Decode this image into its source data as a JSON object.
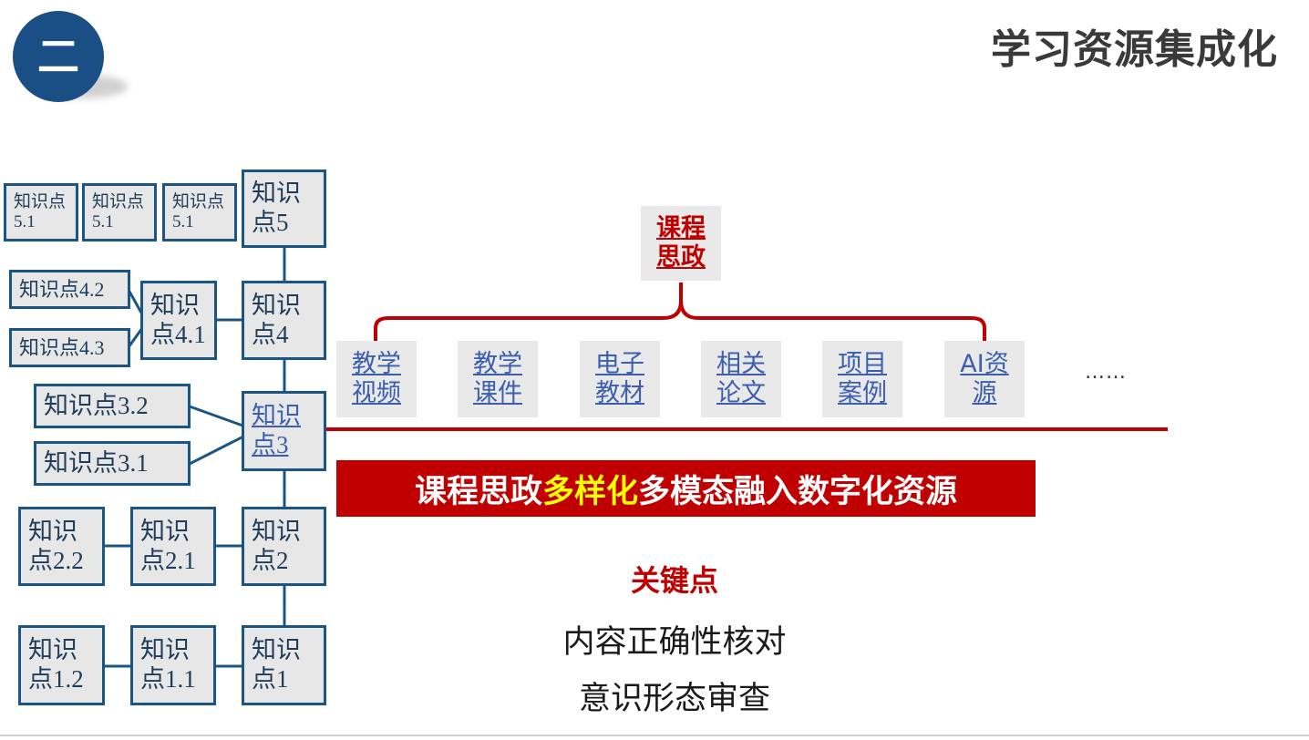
{
  "header": {
    "section_number": "二",
    "title": "学习资源集成化"
  },
  "knowledge_tree": {
    "k5": "知识点5",
    "k5_children": [
      "知识点5.1",
      "知识点5.1",
      "知识点5.1"
    ],
    "k4": "知识点4",
    "k4_1": "知识点4.1",
    "k4_children": [
      "知识点4.2",
      "知识点4.3"
    ],
    "k3": "知识点3",
    "k3_children": [
      "知识点3.2",
      "知识点3.1"
    ],
    "k2": "知识点2",
    "k2_children": [
      "知识点2.1",
      "知识点2.2"
    ],
    "k1": "知识点1",
    "k1_children": [
      "知识点1.1",
      "知识点1.2"
    ]
  },
  "resources": {
    "top_label": "课程思政",
    "items": [
      "教学视频",
      "教学课件",
      "电子教材",
      "相关论文",
      "项目案例",
      "AI资源"
    ],
    "ellipsis": "……"
  },
  "banner": {
    "part1": "课程思政",
    "highlight": "多样化",
    "part2": "多模态融入数字化资源"
  },
  "key_points": {
    "title": "关键点",
    "items": [
      "内容正确性核对",
      "意识形态审查"
    ]
  },
  "colors": {
    "node_border": "#1a5584",
    "accent_red": "#c00000",
    "badge_blue": "#1a4f85",
    "link_blue": "#3b5fae",
    "highlight_yellow": "#ffff00"
  }
}
